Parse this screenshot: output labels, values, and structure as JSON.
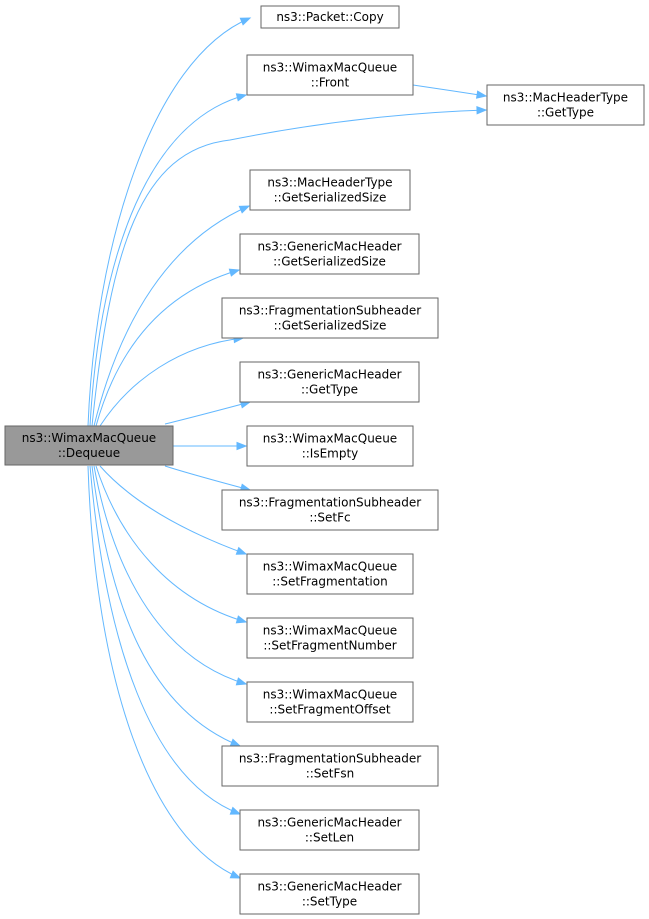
{
  "root": {
    "line1": "ns3::WimaxMacQueue",
    "line2": "::Dequeue"
  },
  "callees": [
    {
      "id": "packet-copy",
      "line1": "ns3::Packet::Copy",
      "line2": ""
    },
    {
      "id": "front",
      "line1": "ns3::WimaxMacQueue",
      "line2": "::Front"
    },
    {
      "id": "macheadertype-gettype",
      "line1": "ns3::MacHeaderType",
      "line2": "::GetType"
    },
    {
      "id": "macheadertype-getserializedsize",
      "line1": "ns3::MacHeaderType",
      "line2": "::GetSerializedSize"
    },
    {
      "id": "genericmacheader-getserializedsize",
      "line1": "ns3::GenericMacHeader",
      "line2": "::GetSerializedSize"
    },
    {
      "id": "fragmentationsubheader-getserializedsize",
      "line1": "ns3::FragmentationSubheader",
      "line2": "::GetSerializedSize"
    },
    {
      "id": "genericmacheader-gettype",
      "line1": "ns3::GenericMacHeader",
      "line2": "::GetType"
    },
    {
      "id": "isempty",
      "line1": "ns3::WimaxMacQueue",
      "line2": "::IsEmpty"
    },
    {
      "id": "fragmentationsubheader-setfc",
      "line1": "ns3::FragmentationSubheader",
      "line2": "::SetFc"
    },
    {
      "id": "setfragmentation",
      "line1": "ns3::WimaxMacQueue",
      "line2": "::SetFragmentation"
    },
    {
      "id": "setfragmentnumber",
      "line1": "ns3::WimaxMacQueue",
      "line2": "::SetFragmentNumber"
    },
    {
      "id": "setfragmentoffset",
      "line1": "ns3::WimaxMacQueue",
      "line2": "::SetFragmentOffset"
    },
    {
      "id": "fragmentationsubheader-setfsn",
      "line1": "ns3::FragmentationSubheader",
      "line2": "::SetFsn"
    },
    {
      "id": "genericmacheader-setlen",
      "line1": "ns3::GenericMacHeader",
      "line2": "::SetLen"
    },
    {
      "id": "genericmacheader-settype",
      "line1": "ns3::GenericMacHeader",
      "line2": "::SetType"
    }
  ],
  "edges": [
    [
      "root",
      "packet-copy"
    ],
    [
      "root",
      "front"
    ],
    [
      "root",
      "macheadertype-gettype"
    ],
    [
      "front",
      "macheadertype-gettype"
    ],
    [
      "root",
      "macheadertype-getserializedsize"
    ],
    [
      "root",
      "genericmacheader-getserializedsize"
    ],
    [
      "root",
      "fragmentationsubheader-getserializedsize"
    ],
    [
      "root",
      "genericmacheader-gettype"
    ],
    [
      "root",
      "isempty"
    ],
    [
      "root",
      "fragmentationsubheader-setfc"
    ],
    [
      "root",
      "setfragmentation"
    ],
    [
      "root",
      "setfragmentnumber"
    ],
    [
      "root",
      "setfragmentoffset"
    ],
    [
      "root",
      "fragmentationsubheader-setfsn"
    ],
    [
      "root",
      "genericmacheader-setlen"
    ],
    [
      "root",
      "genericmacheader-settype"
    ]
  ],
  "colors": {
    "edge": "#63b8ff",
    "root_fill": "#999999",
    "node_border": "#666666"
  }
}
